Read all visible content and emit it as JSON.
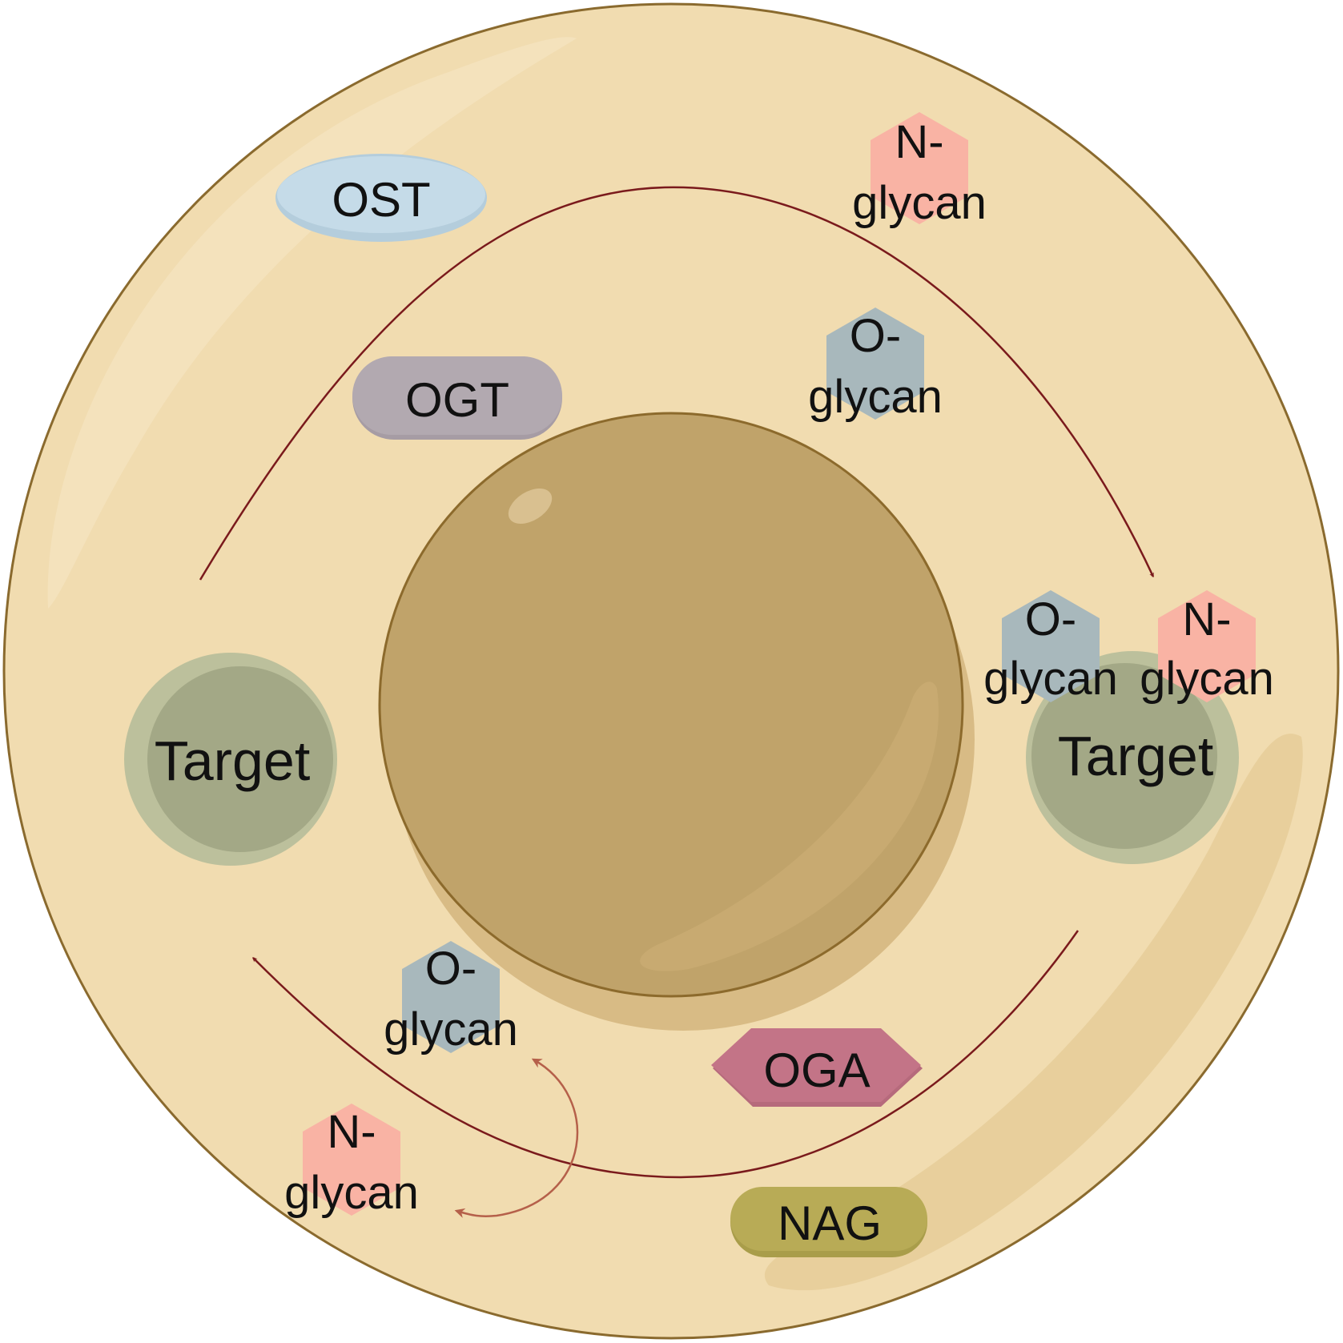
{
  "labels": {
    "ost": "OST",
    "ogt": "OGT",
    "oga": "OGA",
    "nag": "NAG",
    "target_left": "Target",
    "target_right": "Target",
    "n_glycan_top_line1": "N-",
    "n_glycan_top_line2": "glycan",
    "o_glycan_top_line1": "O-",
    "o_glycan_top_line2": "glycan",
    "o_glycan_right_line1": "O-",
    "o_glycan_right_line2": "glycan",
    "n_glycan_right_line1": "N-",
    "n_glycan_right_line2": "glycan",
    "o_glycan_bottom_line1": "O-",
    "o_glycan_bottom_line2": "glycan",
    "n_glycan_bottom_line1": "N-",
    "n_glycan_bottom_line2": "glycan"
  },
  "colors": {
    "cytoplasm": "#f1dcb0",
    "cell_outline": "#8a6a2e",
    "nucleus": "#c0a36a",
    "nucleus_outline": "#8c6a2c",
    "target": "#a3a886",
    "target_rim": "#bcc09c",
    "n_glycan": "#f9b3a4",
    "o_glycan": "#a8b8bc",
    "ost": "#c5dbe8",
    "ogt": "#b2a9b0",
    "oga": "#c37487",
    "nag": "#b8ab56",
    "arrow": "#7a1a1c",
    "cycle_arrow": "#b5604a"
  }
}
